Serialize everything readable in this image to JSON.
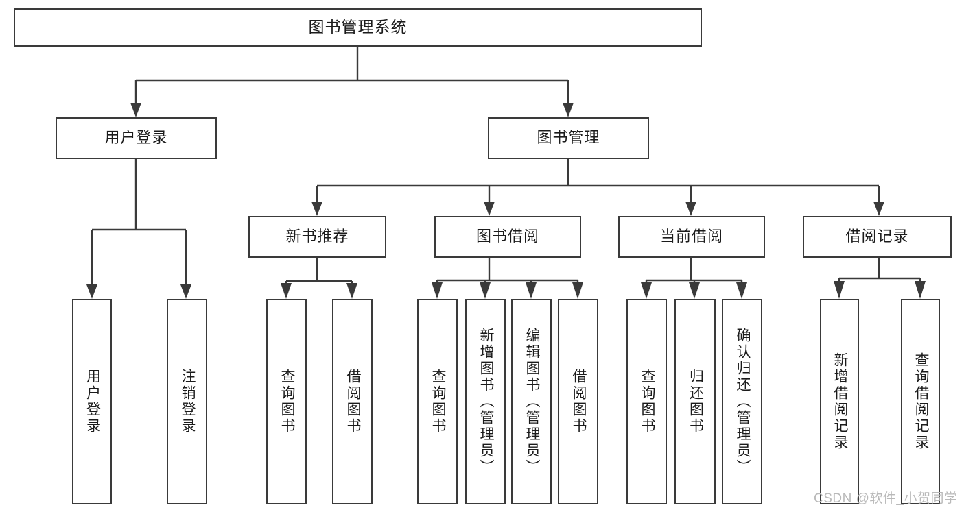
{
  "diagram": {
    "type": "hierarchy-tree",
    "title": "图书管理系统",
    "root": {
      "label": "图书管理系统"
    },
    "level2": [
      {
        "label": "用户登录"
      },
      {
        "label": "图书管理"
      }
    ],
    "level3": [
      {
        "label": "新书推荐"
      },
      {
        "label": "图书借阅"
      },
      {
        "label": "当前借阅"
      },
      {
        "label": "借阅记录"
      }
    ],
    "leaves": {
      "user_login": [
        {
          "label": "用户登录"
        },
        {
          "label": "注销登录"
        }
      ],
      "new_book_recommend": [
        {
          "label": "查询图书"
        },
        {
          "label": "借阅图书"
        }
      ],
      "book_borrow": [
        {
          "label": "查询图书"
        },
        {
          "label": "新增图书（管理员）"
        },
        {
          "label": "编辑图书（管理员）"
        },
        {
          "label": "借阅图书"
        }
      ],
      "current_borrow": [
        {
          "label": "查询图书"
        },
        {
          "label": "归还图书"
        },
        {
          "label": "确认归还（管理员）"
        }
      ],
      "borrow_records": [
        {
          "label": "新增借阅记录"
        },
        {
          "label": "查询借阅记录"
        }
      ]
    },
    "watermark": "CSDN @软件_小贺同学",
    "colors": {
      "stroke": "#3a3a3a",
      "background": "#ffffff",
      "text": "#1b1b1b",
      "watermark": "#b9b9b9"
    }
  }
}
